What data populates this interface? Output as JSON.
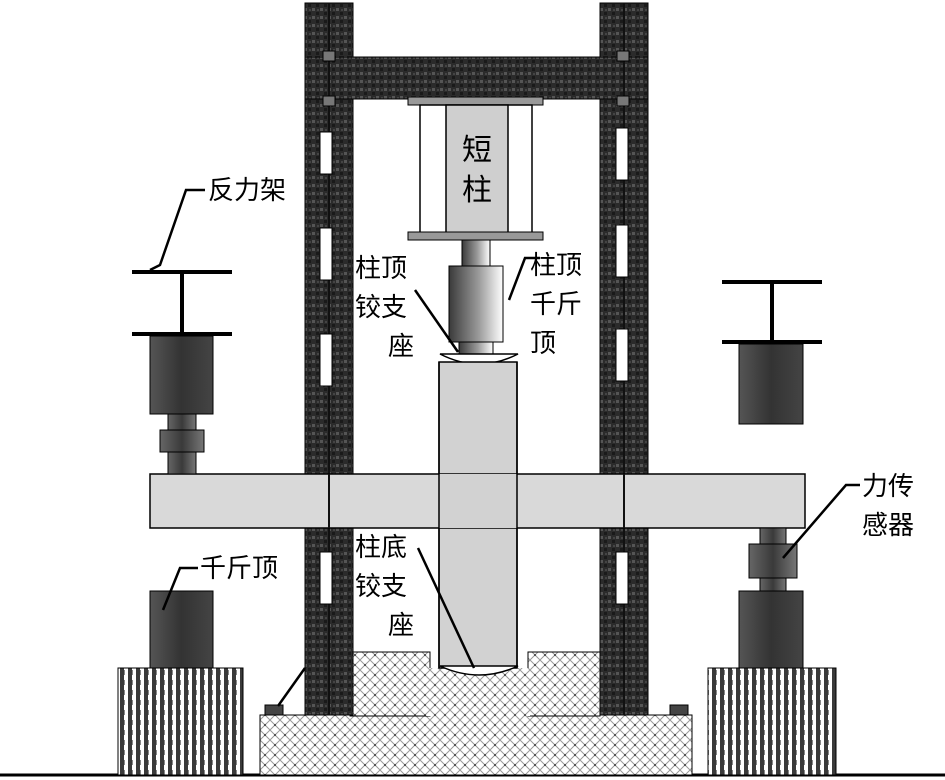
{
  "labels": {
    "reaction_frame": "反力架",
    "short_column": [
      "短",
      "柱"
    ],
    "top_hinge_support": [
      "柱顶",
      "铰支",
      "座"
    ],
    "top_jack": [
      "柱顶",
      "千斤",
      "顶"
    ],
    "force_sensor": [
      "力传",
      "感器"
    ],
    "side_jack": "千斤顶",
    "bottom_hinge_support": [
      "柱底",
      "铰支",
      "座"
    ]
  },
  "icons": {
    "leader": "leader-line",
    "bolt": "anchor-bolt"
  },
  "colors": {
    "frame": "#2a2a2a",
    "beam": "#d9d9d9",
    "column": "#d0d0d0",
    "dark_block": "#3a3a3a",
    "ground_line": "#000000"
  }
}
